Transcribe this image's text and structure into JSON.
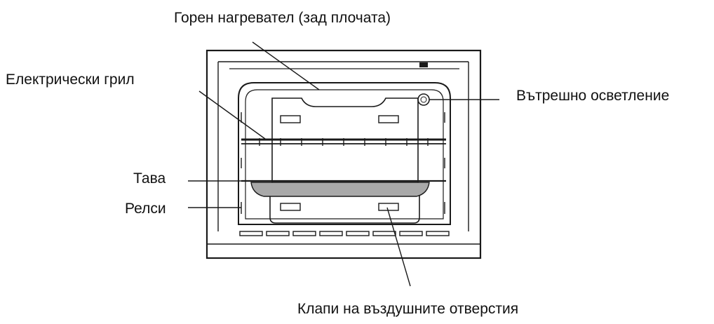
{
  "labels": {
    "upper_heater": "Горен нагревател (зад плочата)",
    "electric_grill": "Електрически грил",
    "interior_light": "Вътрешно осветление",
    "tray": "Тава",
    "rails": "Релси",
    "air_vent_flaps": "Клапи на въздушните отверстия"
  },
  "colors": {
    "line": "#1a1a1a",
    "tray_fill": "#a9a9a9",
    "background": "#ffffff"
  }
}
